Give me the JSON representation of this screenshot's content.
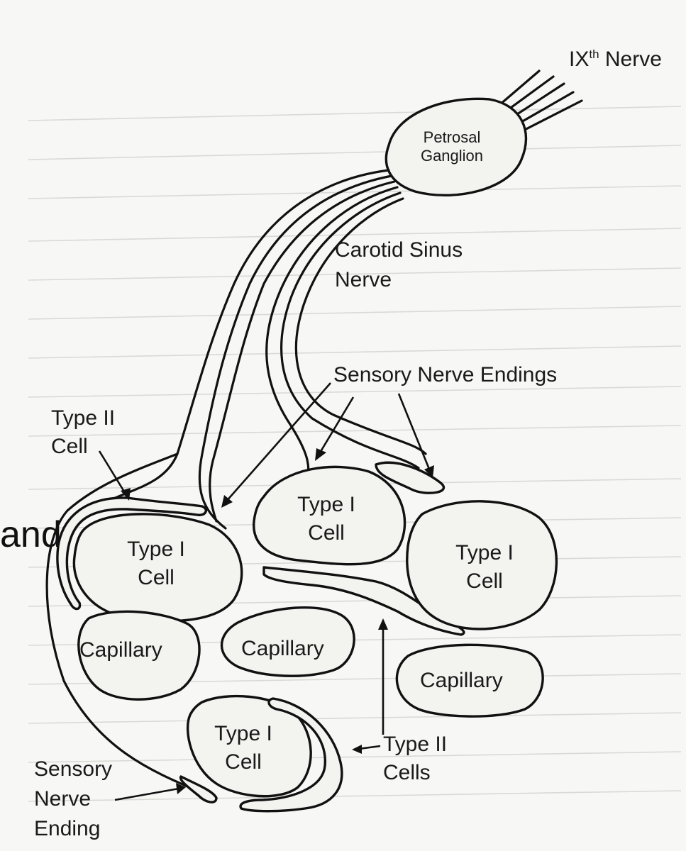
{
  "labels": {
    "ix_nerve_base": "IX",
    "ix_nerve_sup": "th",
    "ix_nerve_rest": " Nerve",
    "petrosal_line1": "Petrosal",
    "petrosal_line2": "Ganglion",
    "carotid_line1": "Carotid Sinus",
    "carotid_line2": "Nerve",
    "sensory_endings": "Sensory Nerve Endings",
    "type2_cell_line1": "Type II",
    "type2_cell_line2": "Cell",
    "type1_cell_left_line1": "Type I",
    "type1_cell_left_line2": "Cell",
    "type1_cell_center_line1": "Type I",
    "type1_cell_center_line2": "Cell",
    "type1_cell_right_line1": "Type I",
    "type1_cell_right_line2": "Cell",
    "type1_cell_bottom_line1": "Type I",
    "type1_cell_bottom_line2": "Cell",
    "capillary_left": "Capillary",
    "capillary_center": "Capillary",
    "capillary_right": "Capillary",
    "type2_cells_line1": "Type II",
    "type2_cells_line2": "Cells",
    "sensory_ending_line1": "Sensory",
    "sensory_ending_line2": "Nerve",
    "sensory_ending_line3": "Ending",
    "cut_text": "and"
  },
  "colors": {
    "ink": "#111111",
    "background": "#f7f7f5",
    "bleed_through": "#d9d9d6"
  }
}
